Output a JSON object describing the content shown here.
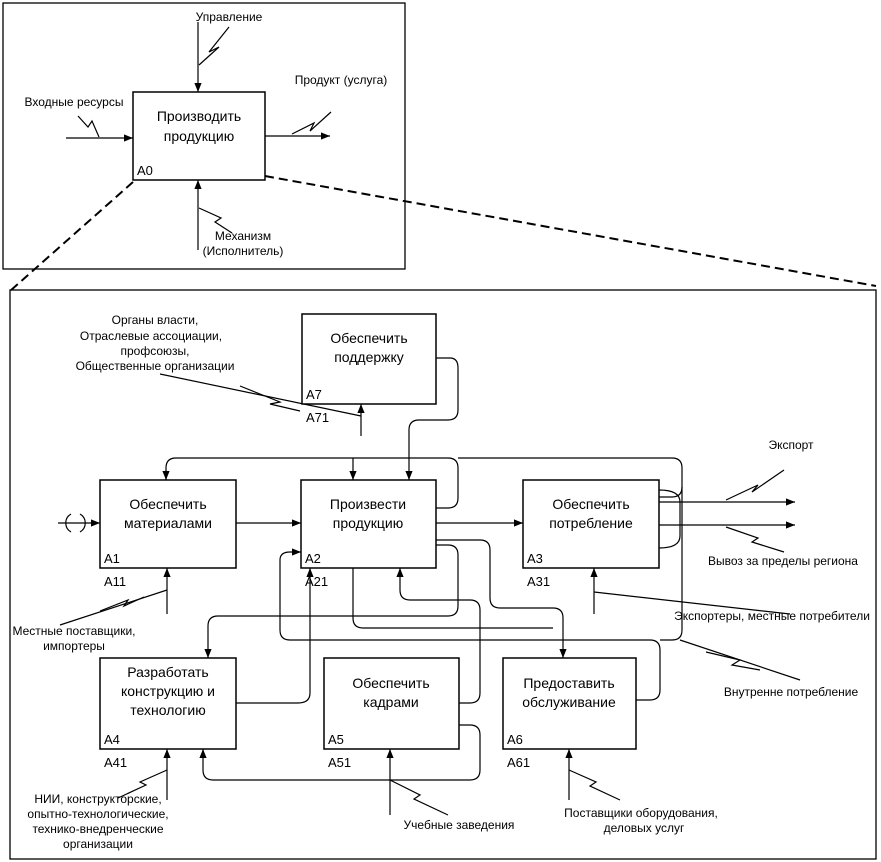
{
  "context": {
    "box": {
      "title": [
        "Производить",
        "продукцию"
      ],
      "code": "A0"
    },
    "control": "Управление",
    "input": "Входные ресурсы",
    "output": "Продукт (услуга)",
    "mechanism": [
      "Механизм",
      "(Исполнитель)"
    ]
  },
  "boxes": {
    "a7": {
      "title": [
        "Обеспечить",
        "поддержку"
      ],
      "code": "A7",
      "ref": "A71"
    },
    "a1": {
      "title": [
        "Обеспечить",
        "материалами"
      ],
      "code": "A1",
      "ref": "A11"
    },
    "a2": {
      "title": [
        "Произвести",
        "продукцию"
      ],
      "code": "A2",
      "ref": "A21"
    },
    "a3": {
      "title": [
        "Обеспечить",
        "потребление"
      ],
      "code": "A3",
      "ref": "A31"
    },
    "a4": {
      "title": [
        "Разработать",
        "конструкцию и",
        "технологию"
      ],
      "code": "A4",
      "ref": "A41"
    },
    "a5": {
      "title": [
        "Обеспечить",
        "кадрами"
      ],
      "code": "A5",
      "ref": "A51"
    },
    "a6": {
      "title": [
        "Предоставить",
        "обслуживание"
      ],
      "code": "A6",
      "ref": "A61"
    }
  },
  "labels": {
    "authorities": [
      "Органы власти,",
      "Отраслевые ассоциации,",
      "профсоюзы,",
      "Общественные организации"
    ],
    "export": "Экспорт",
    "export_out": "Вывоз за пределы региона",
    "suppliers": [
      "Местные поставщики,",
      "импортеры"
    ],
    "exporters": "Экспортеры, местные потребители",
    "internal": "Внутренне потребление",
    "research": [
      "НИИ, конструкторские,",
      "опытно-технологические,",
      "технико-внедренческие",
      "организации"
    ],
    "schools": "Учебные заведения",
    "equipment": [
      "Поставщики оборудования,",
      "деловых услуг"
    ]
  }
}
